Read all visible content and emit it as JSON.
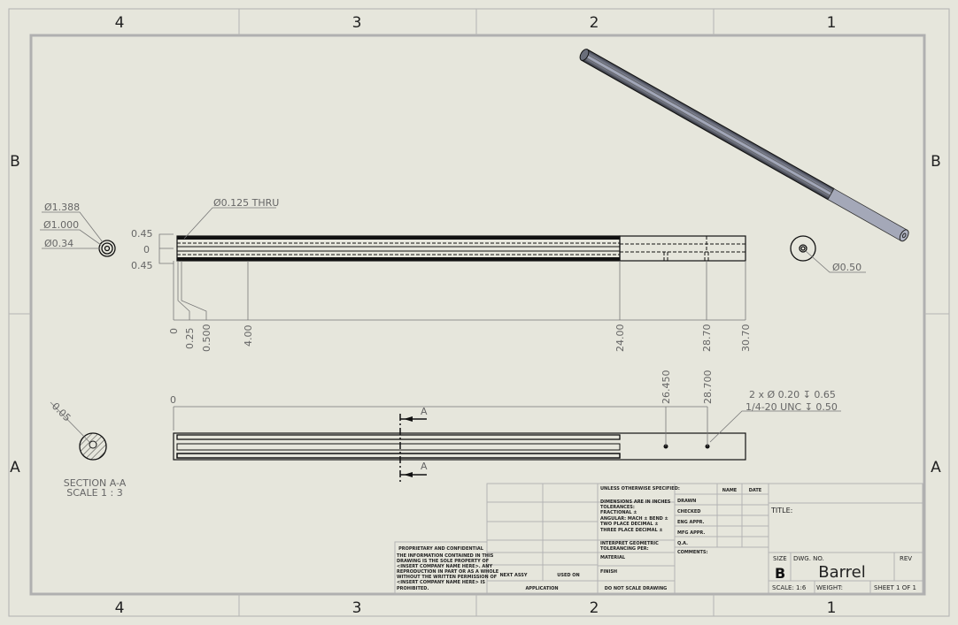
{
  "sheet": {
    "zones_columns": [
      "4",
      "3",
      "2",
      "1"
    ],
    "zones_rows": [
      "B",
      "A"
    ]
  },
  "front_view": {
    "end_dims": [
      "Ø1.388",
      "Ø1.000",
      "Ø0.34"
    ],
    "hole_callout": "Ø0.125 THRU",
    "vertical_dims": [
      "0.45",
      "0",
      "0.45"
    ],
    "ordinate_dims": [
      "0",
      "0.25",
      "0.500",
      "4.00",
      "24.00",
      "28.70",
      "30.70"
    ],
    "right_end_dim": "Ø0.50"
  },
  "bottom_view": {
    "origin": "0",
    "ordinate_dims": [
      "26.450",
      "28.700"
    ],
    "hole_callout_line1": "2 x Ø 0.20 ↧ 0.65",
    "hole_callout_line2": "1/4-20 UNC ↧ 0.50",
    "section_marker": "A"
  },
  "section_view": {
    "dim": "0.05",
    "label": "SECTION A-A",
    "scale": "SCALE 1 : 3"
  },
  "title_block": {
    "unless": "UNLESS OTHERWISE SPECIFIED:",
    "tolerances": [
      "DIMENSIONS ARE IN INCHES",
      "TOLERANCES:",
      "FRACTIONAL ±",
      "ANGULAR: MACH ±   BEND ±",
      "TWO PLACE DECIMAL    ±",
      "THREE PLACE DECIMAL   ±"
    ],
    "interpret": [
      "INTERPRET GEOMETRIC",
      "TOLERANCING PER:"
    ],
    "material": "MATERIAL",
    "finish": "FINISH",
    "do_not_scale": "DO NOT SCALE DRAWING",
    "next_assy": "NEXT ASSY",
    "used_on": "USED ON",
    "application": "APPLICATION",
    "name": "NAME",
    "date": "DATE",
    "rows": [
      "DRAWN",
      "CHECKED",
      "ENG APPR.",
      "MFG APPR.",
      "Q.A.",
      "COMMENTS:"
    ],
    "proprietary_title": "PROPRIETARY AND CONFIDENTIAL",
    "proprietary_lines": [
      "THE INFORMATION CONTAINED IN THIS",
      "DRAWING IS THE SOLE PROPERTY OF",
      "<INSERT COMPANY NAME HERE>. ANY",
      "REPRODUCTION IN PART OR AS A WHOLE",
      "WITHOUT THE WRITTEN PERMISSION OF",
      "<INSERT COMPANY NAME HERE> IS",
      "PROHIBITED."
    ],
    "title_label": "TITLE:",
    "size_label": "SIZE",
    "size": "B",
    "dwg_no_label": "DWG.  NO.",
    "dwg_no": "Barrel",
    "rev_label": "REV",
    "scale": "SCALE: 1:6",
    "weight": "WEIGHT:",
    "sheet": "SHEET 1 OF 1"
  }
}
